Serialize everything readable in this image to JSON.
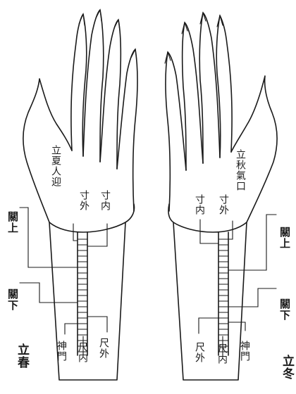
{
  "left_hand": {
    "labels": {
      "lixia_renying": "立夏人迎",
      "cun_wai": "寸外",
      "cun_nei": "寸内",
      "guan_shang": "關上",
      "guan_xia": "關下",
      "shenmen": "神門",
      "chi_nei": "尺内",
      "chi_wai": "尺外",
      "season": "立春"
    }
  },
  "right_hand": {
    "labels": {
      "liqiu_qikou": "立秋氣口",
      "cun_nei": "寸内",
      "cun_wai": "寸外",
      "guan_shang": "關上",
      "guan_xia": "關下",
      "chi_wai": "尺外",
      "chi_nei": "尺内",
      "shenmen": "神門",
      "season": "立冬"
    }
  }
}
